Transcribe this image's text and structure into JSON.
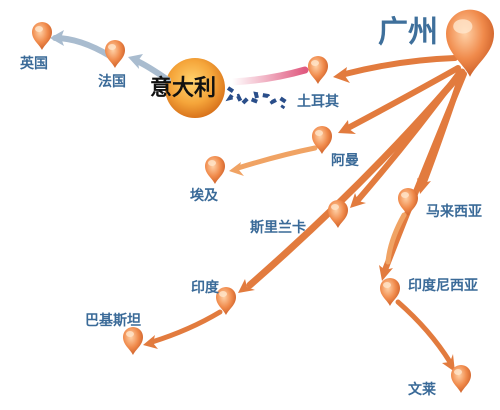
{
  "map": {
    "origin": "广州",
    "highlight_city": "意大利",
    "destinations": [
      {
        "id": "uk",
        "label": "英国"
      },
      {
        "id": "france",
        "label": "法国"
      },
      {
        "id": "turkey",
        "label": "土耳其"
      },
      {
        "id": "oman",
        "label": "阿曼"
      },
      {
        "id": "egypt",
        "label": "埃及"
      },
      {
        "id": "malaysia",
        "label": "马来西亚"
      },
      {
        "id": "srilanka",
        "label": "斯里兰卡"
      },
      {
        "id": "indonesia",
        "label": "印度尼西亚"
      },
      {
        "id": "india",
        "label": "印度"
      },
      {
        "id": "pakistan",
        "label": "巴基斯坦"
      },
      {
        "id": "brunei",
        "label": "文莱"
      }
    ]
  },
  "colors": {
    "arrow_orange": "#e0783a",
    "arrow_light_orange": "#f0a060",
    "arrow_gray_blue": "#9fb4c8",
    "arrow_pink": "#e06a8a",
    "pin_orange": "#f08a4b",
    "label_blue": "#3a6a98",
    "italy_sun": "#f3a23a"
  }
}
